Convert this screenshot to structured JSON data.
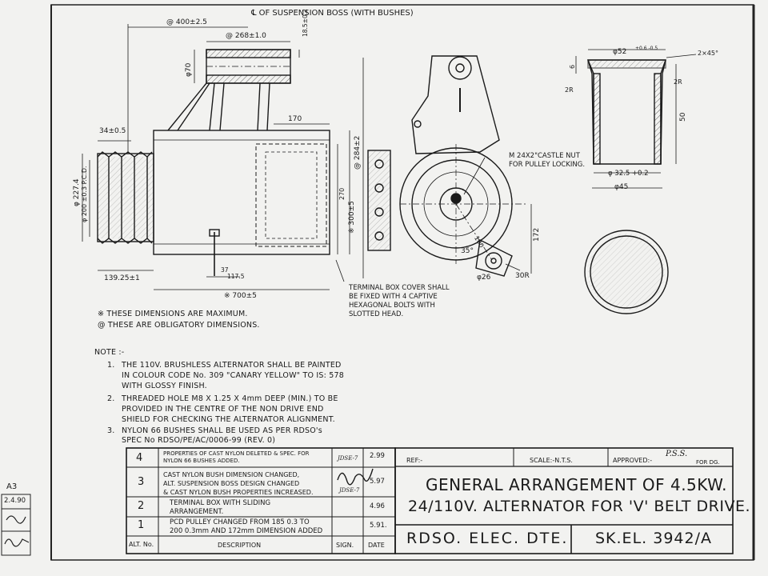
{
  "dimensions": {
    "suspension_centerline": "℄ OF SUSPENSION BOSS (WITH BUSHES)",
    "d400": "@ 400±2.5",
    "d268": "@ 268±1.0",
    "d18": "18.5±0.2",
    "d70": "φ70",
    "d170": "170",
    "d34": "34±0.5",
    "d227": "φ 227.4",
    "d200pcd": "φ 200 ±0.3 P.C.D.",
    "d270": "270",
    "d284": "@ 284±2",
    "d300": "※ 300±5",
    "d139": "139.25±1",
    "d37": "37",
    "d117": "117.5",
    "d700": "※ 700±5",
    "d172": "172",
    "d35": "35°",
    "d100": "100",
    "d26": "φ26",
    "d30r": "30R",
    "d52": "φ52",
    "d52tol": "+0.6 -0.5",
    "d6": "6",
    "d2x45": "2×45°",
    "d2r_left": "2R",
    "d2r_right": "2R",
    "d50": "50",
    "d325": "φ 32.5 +0.2",
    "d45": "φ45"
  },
  "callouts": {
    "castle_nut": [
      "M 24X2\"CASTLE NUT",
      "FOR PULLEY LOCKING."
    ],
    "terminal_box": [
      "TERMINAL BOX COVER SHALL",
      "BE FIXED WITH 4 CAPTIVE",
      "HEXAGONAL BOLTS WITH",
      "SLOTTED HEAD."
    ]
  },
  "legend": {
    "max": "※ THESE DIMENSIONS ARE MAXIMUM.",
    "obligatory": "@ THESE ARE OBLIGATORY DIMENSIONS."
  },
  "notes": {
    "heading": "NOTE :-",
    "items": [
      {
        "num": "1.",
        "lines": [
          "THE 110V. BRUSHLESS ALTERNATOR SHALL BE PAINTED",
          "IN COLOUR CODE No. 309 \"CANARY YELLOW\" TO IS: 578",
          "WITH GLOSSY FINISH."
        ]
      },
      {
        "num": "2.",
        "lines": [
          "THREADED HOLE M8 X 1.25 X 4mm DEEP (MIN.) TO BE",
          "PROVIDED IN THE CENTRE OF THE NON DRIVE END",
          "SHIELD FOR CHECKING THE ALTERNATOR ALIGNMENT."
        ]
      },
      {
        "num": "3.",
        "lines": [
          "NYLON 66 BUSHES SHALL BE USED AS PER RDSO's",
          "SPEC No RDSO/PE/AC/0006-99 (REV. 0)"
        ]
      }
    ]
  },
  "revisions": {
    "rows": [
      {
        "alt": "4",
        "description": [
          "PROPERTIES OF CAST NYLON DELETED & SPEC. FOR",
          "NYLON 66 BUSHES ADDED."
        ],
        "date": "2.99"
      },
      {
        "alt": "3",
        "description": [
          "CAST NYLON BUSH DIMENSION CHANGED,",
          "ALT. SUSPENSION BOSS DESIGN CHANGED",
          "& CAST NYLON BUSH PROPERTIES INCREASED."
        ],
        "date": "5.97"
      },
      {
        "alt": "2",
        "description": [
          "TERMINAL BOX WITH SLIDING",
          "ARRANGEMENT."
        ],
        "date": "4.96"
      },
      {
        "alt": "1",
        "description": [
          "PCD PULLEY CHANGED FROM 185 0.3 TO",
          "200 0.3mm AND 172mm DIMENSION ADDED"
        ],
        "date": "5.91."
      }
    ],
    "headers": {
      "alt": "ALT. No.",
      "description": "DESCRIPTION",
      "sign": "SIGN.",
      "date": "DATE"
    },
    "sign_marks": [
      "JDSE-7",
      "JDSE-7"
    ]
  },
  "title_block": {
    "ref": "REF:-",
    "scale": "SCALE:-N.T.S.",
    "approved": "APPROVED:-",
    "approved_sign": "P.S.S.",
    "approved_note": "FOR DG.",
    "title_line1": "GENERAL ARRANGEMENT OF 4.5KW.",
    "title_line2": "24/110V. ALTERNATOR FOR 'V' BELT DRIVE.",
    "org": "RDSO. ELEC. DTE.",
    "drawing_no": "SK.EL. 3942/A"
  },
  "margin": {
    "size": "A3",
    "date": "2.4.90"
  }
}
